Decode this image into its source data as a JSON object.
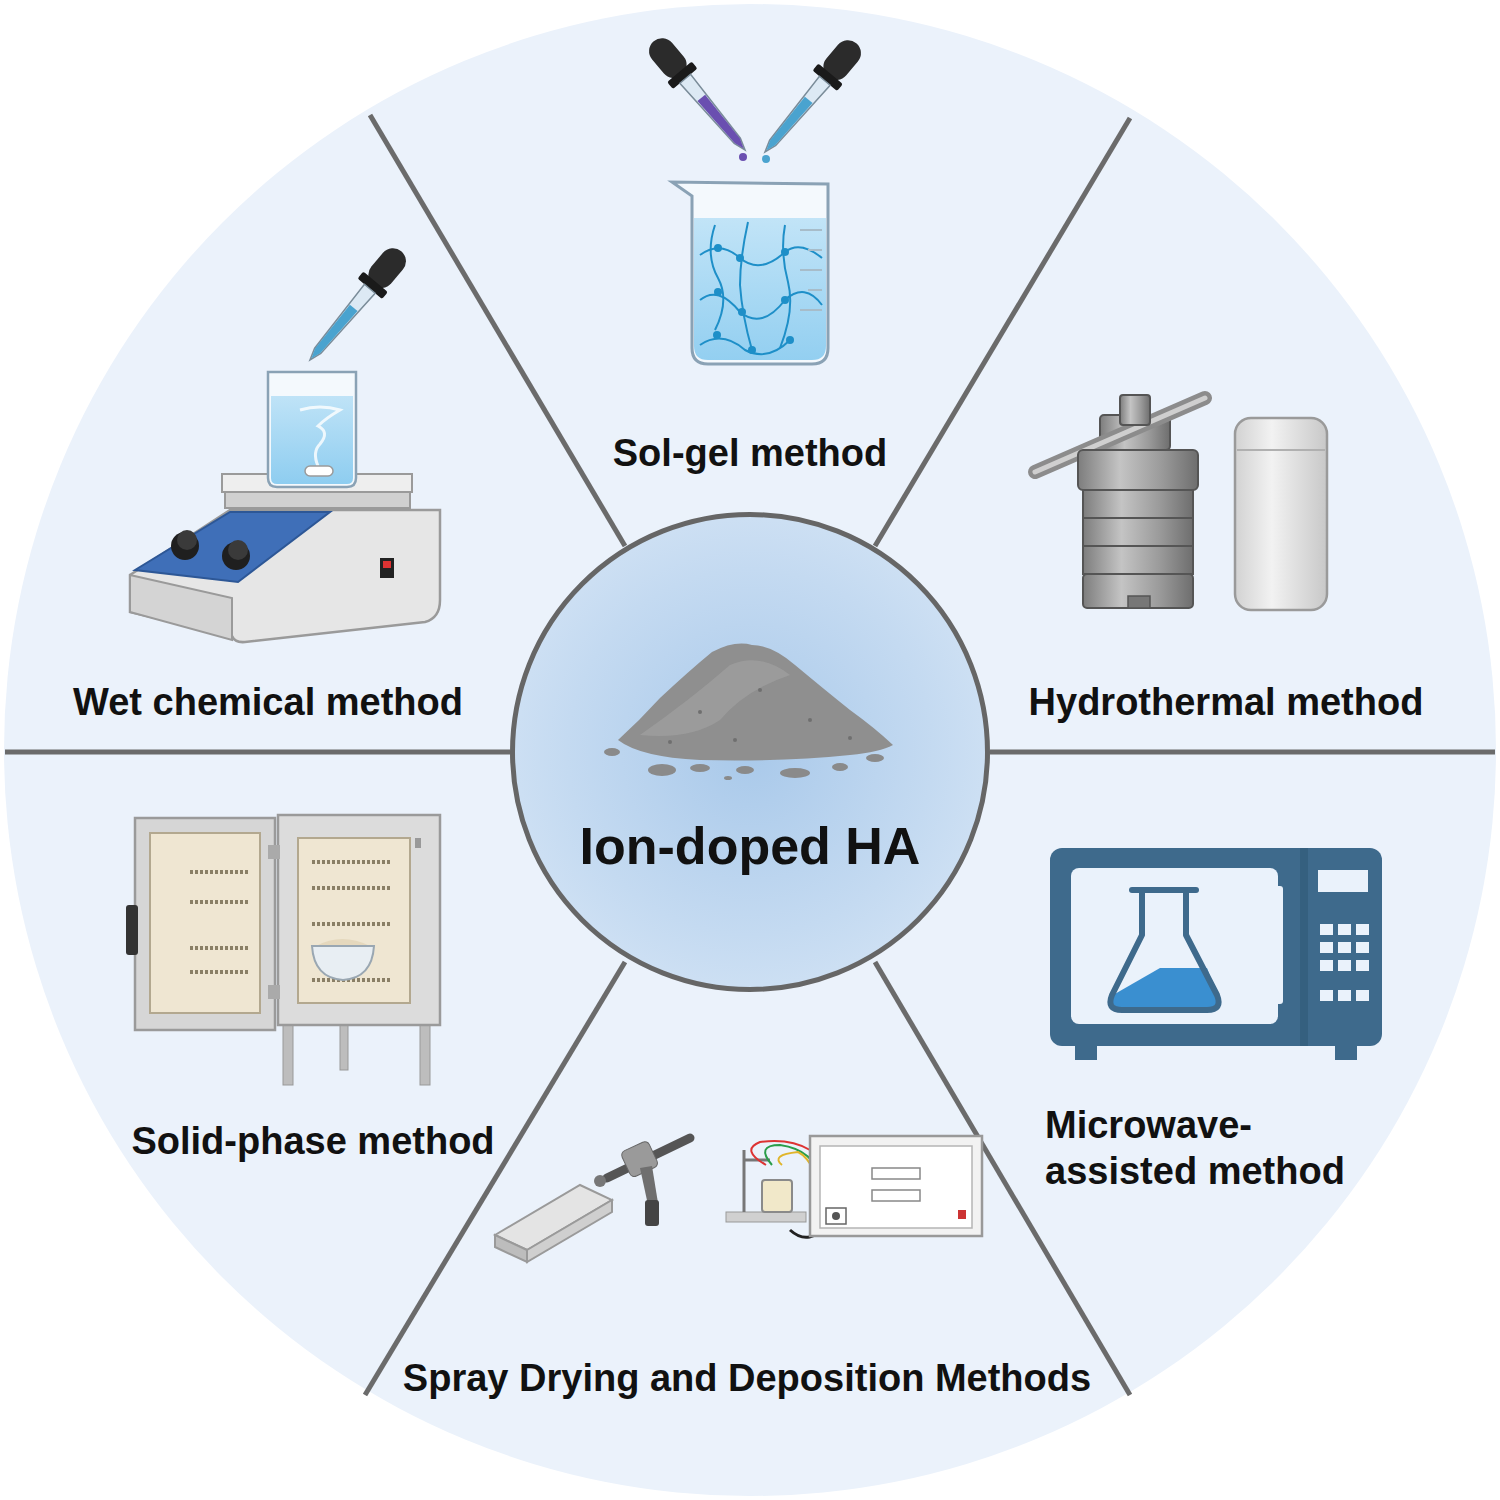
{
  "diagram": {
    "nodes": [
      {
        "text": [
          "Ion-doped HA"
        ]
      }
    ],
    "labels": [
      "Sol-gel method",
      "Wet chemical method",
      "Hydrothermal method",
      "Solid-phase method",
      "Microwave- assisted method",
      "Spray Drying and Deposition Methods"
    ]
  }
}
